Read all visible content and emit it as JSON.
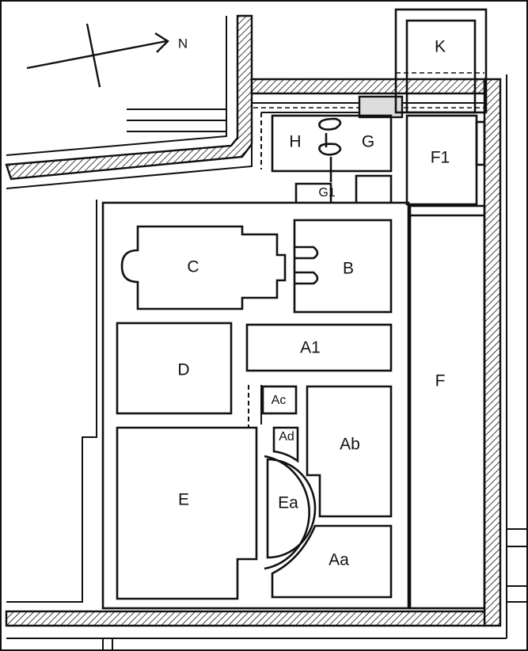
{
  "compass": {
    "north_label": "N"
  },
  "rooms": {
    "K": "K",
    "H": "H",
    "G": "G",
    "F1": "F1",
    "G1": "G1",
    "C": "C",
    "B": "B",
    "A1": "A1",
    "D": "D",
    "F": "F",
    "Ac": "Ac",
    "Ad": "Ad",
    "Ab": "Ab",
    "E": "E",
    "Ea": "Ea",
    "Aa": "Aa"
  }
}
